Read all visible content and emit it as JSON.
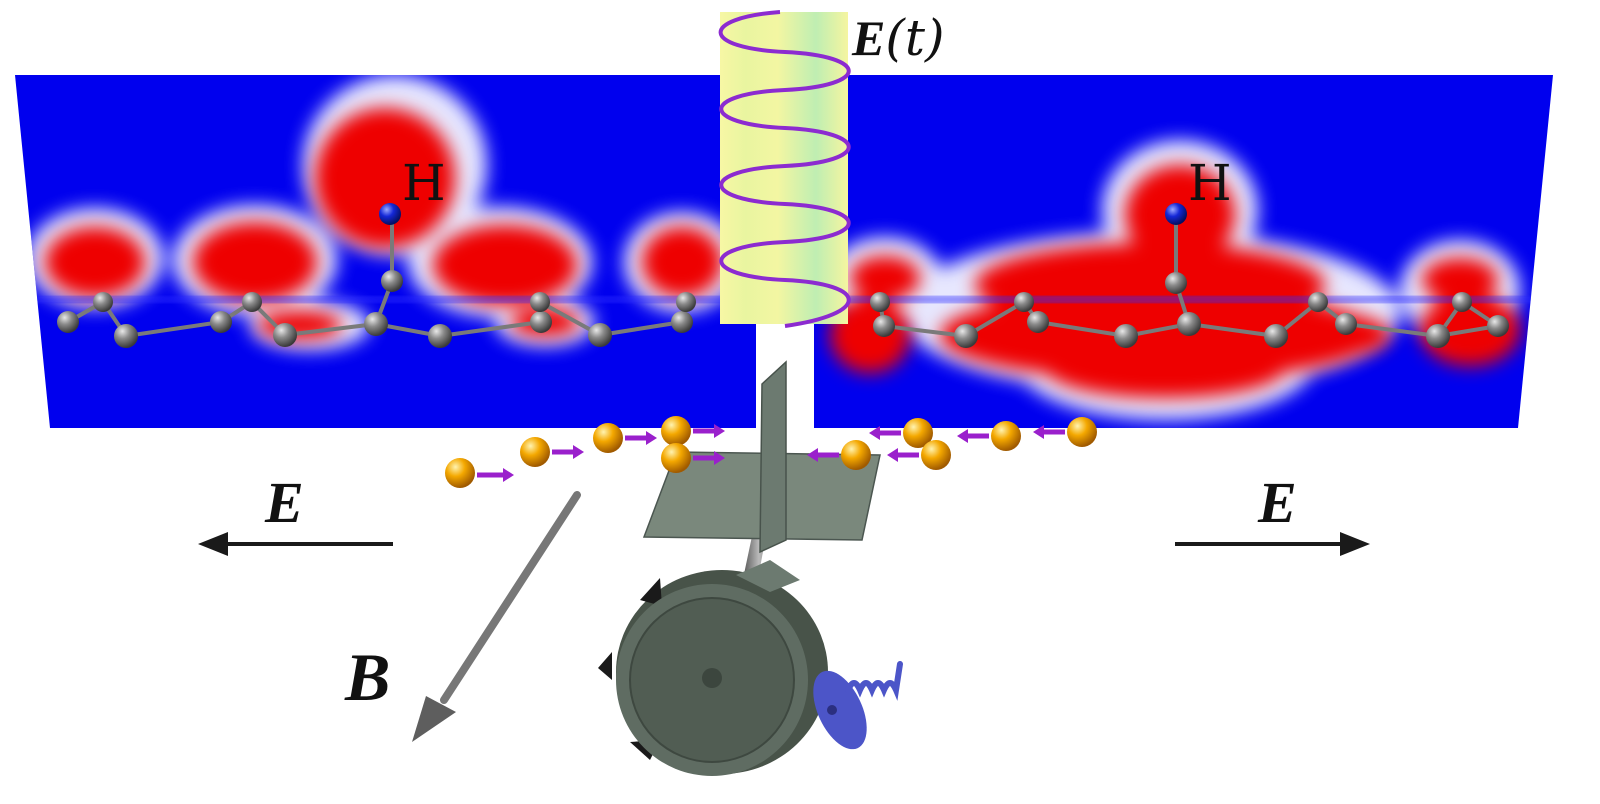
{
  "labels": {
    "h_left": "H",
    "h_right": "H",
    "field_t_main": "E",
    "field_t_paren": "(t)",
    "e_left": "E",
    "e_right": "E",
    "b_field": "B"
  },
  "colors": {
    "density_background": "#0000ee",
    "density_lobe": "#ee0000",
    "carbon_atom": "#7a7a7a",
    "hydrogen_atom": "#0a1acc",
    "electron": "#f0a000",
    "electron_arrow": "#9a20cc",
    "ac_field_band": "#f4f4a0",
    "ac_field_inner": "#bdeeb0",
    "ac_field_wave": "#8c2bd0",
    "ratchet_metal": "#5c6a5f",
    "pawl": "#4c55c8",
    "field_arrow": "#1a1a1a",
    "b_arrow": "#777777"
  },
  "icons": {
    "left_molecule": "graphene-nanoribbon-with-hydrogen",
    "right_molecule": "graphene-nanoribbon-with-hydrogen",
    "ratchet": "brownian-ratchet-gear-icon",
    "pawl": "spring-pawl-icon"
  }
}
